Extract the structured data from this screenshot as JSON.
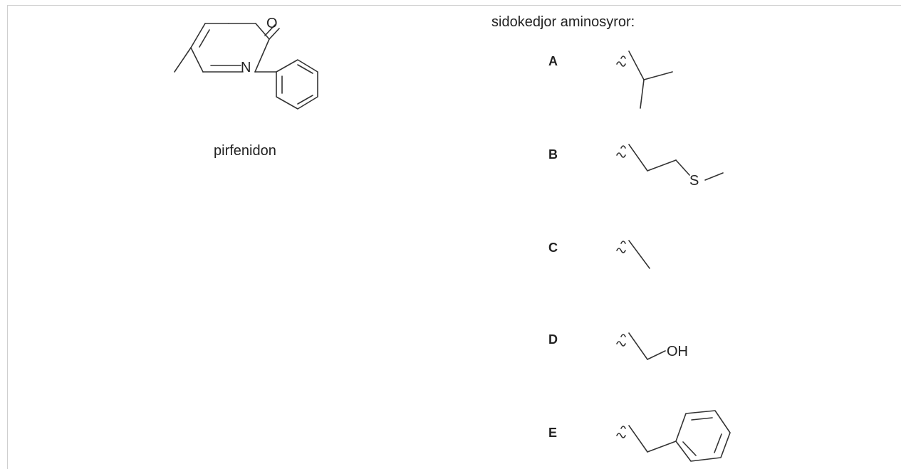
{
  "compound": {
    "name": "pirfenidon",
    "atoms": {
      "oxygen": "O",
      "nitrogen": "N"
    }
  },
  "side_chains": {
    "header": "sidokedjor aminosyror:",
    "options": [
      {
        "letter": "A"
      },
      {
        "letter": "B",
        "atom": "S"
      },
      {
        "letter": "C"
      },
      {
        "letter": "D",
        "atom": "OH"
      },
      {
        "letter": "E"
      }
    ]
  },
  "colors": {
    "line": "#333333",
    "frame": "#cfcfcf"
  }
}
